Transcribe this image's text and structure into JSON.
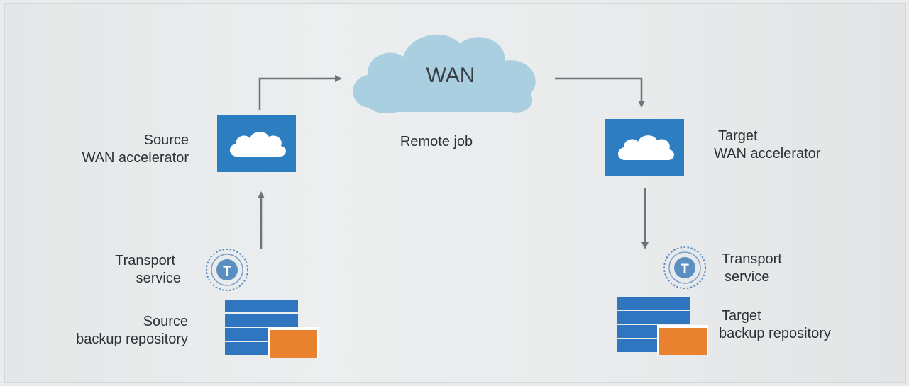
{
  "wan": {
    "label": "WAN"
  },
  "remote_job": {
    "label": "Remote job"
  },
  "source_accelerator": {
    "line1": "Source",
    "line2": "WAN accelerator"
  },
  "target_accelerator": {
    "line1": "Target",
    "line2": "WAN accelerator"
  },
  "source_transport": {
    "line1": "Transport",
    "line2": "service",
    "badge": "T"
  },
  "target_transport": {
    "line1": "Transport",
    "line2": "service",
    "badge": "T"
  },
  "source_repository": {
    "line1": "Source",
    "line2": "backup repository"
  },
  "target_repository": {
    "line1": "Target",
    "line2": "backup repository"
  },
  "colors": {
    "cloud": "#a9cfe1",
    "tile": "#2d7ec1",
    "stack": "#2f75c0",
    "folder": "#e8822f",
    "arrow": "#6e7377",
    "badge": "#5a8fc2"
  }
}
